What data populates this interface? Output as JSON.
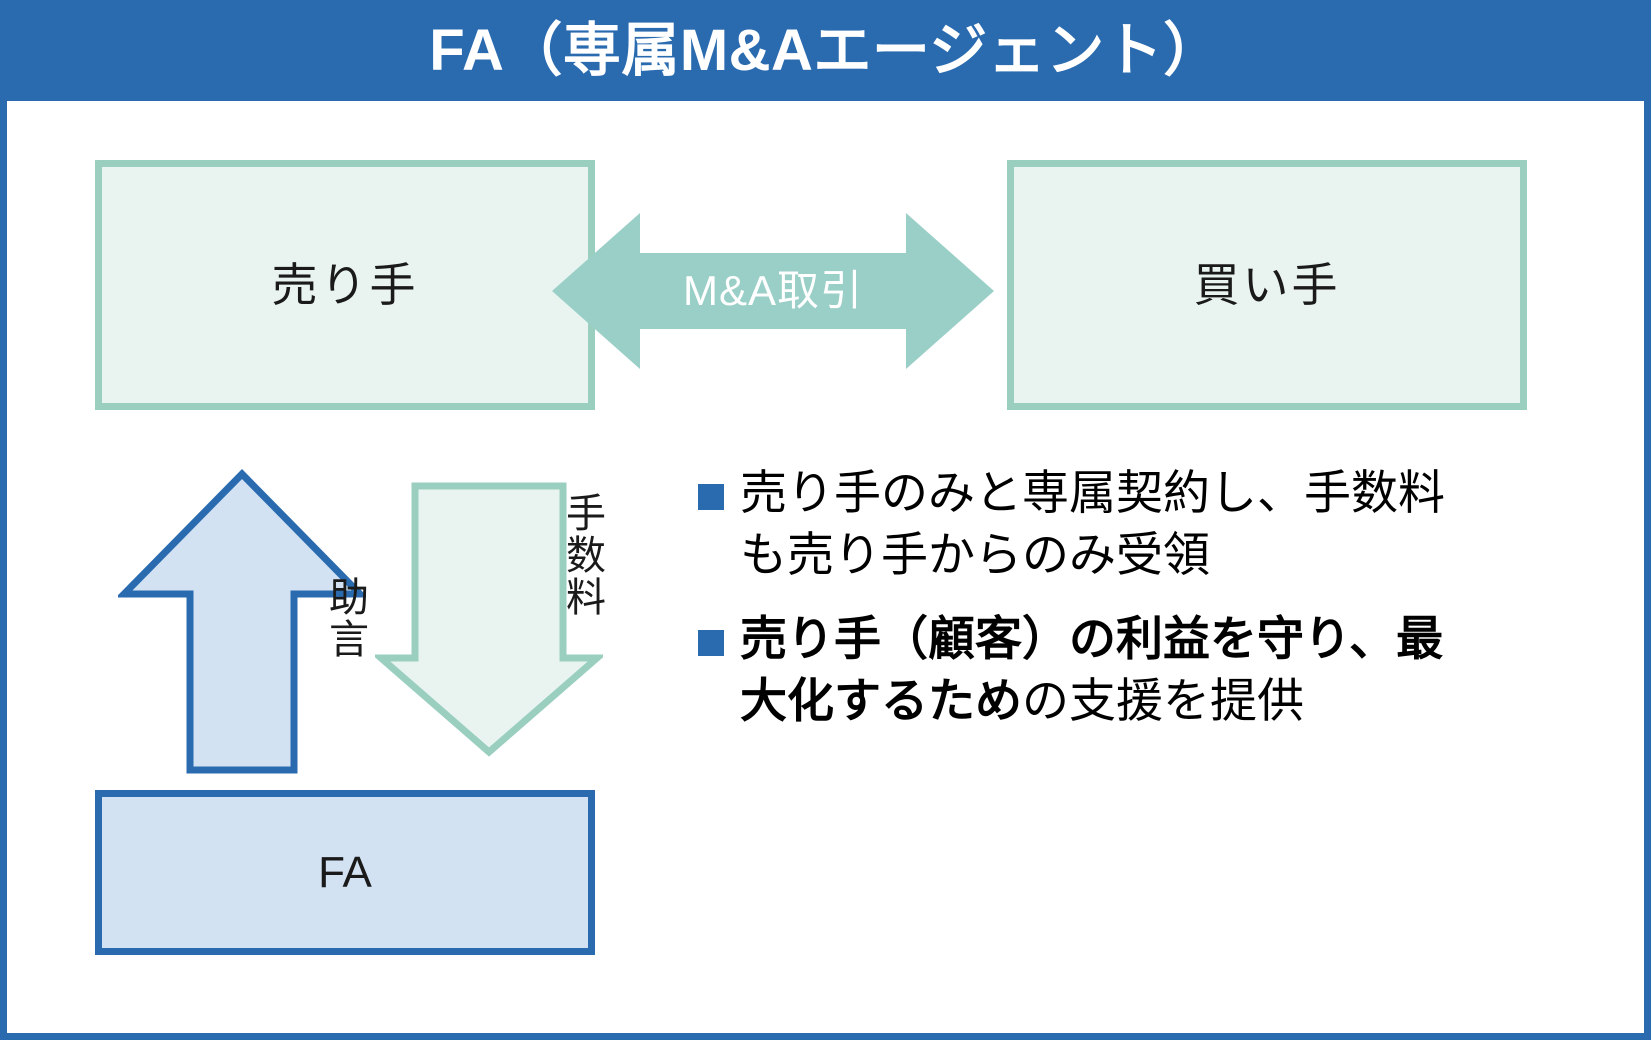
{
  "header": {
    "title": "FA（専属M&Aエージェント）",
    "background_color": "#2a6bb0",
    "text_color": "#ffffff"
  },
  "frame": {
    "border_color": "#2a6bb0",
    "background_color": "#ffffff"
  },
  "diagram": {
    "seller_box": {
      "label": "売り手",
      "fill_color": "#e9f4f1",
      "border_color": "#9acfc0"
    },
    "buyer_box": {
      "label": "買い手",
      "fill_color": "#e9f4f1",
      "border_color": "#9acfc0"
    },
    "transaction_arrow": {
      "label": "M&A取引",
      "fill_color": "#9acfc7",
      "text_color": "#ffffff",
      "direction": "bidirectional-horizontal"
    },
    "advice_arrow": {
      "label": "助言",
      "fill_color": "#d2e2f3",
      "border_color": "#2a6bb0",
      "direction": "up"
    },
    "fee_arrow": {
      "label": "手数料",
      "fill_color": "#e9f4f1",
      "border_color": "#9acfc0",
      "direction": "down"
    },
    "fa_box": {
      "label": "FA",
      "fill_color": "#d2e2f3",
      "border_color": "#2a6bb0"
    }
  },
  "notes": {
    "bullet_color": "#2a6bb0",
    "items": [
      {
        "text": "売り手のみと専属契約し、手数料も売り手からのみ受領",
        "emphasis": ""
      },
      {
        "emphasis": "売り手（顧客）の利益を守り、最大化するため",
        "text": "の支援を提供"
      }
    ]
  }
}
